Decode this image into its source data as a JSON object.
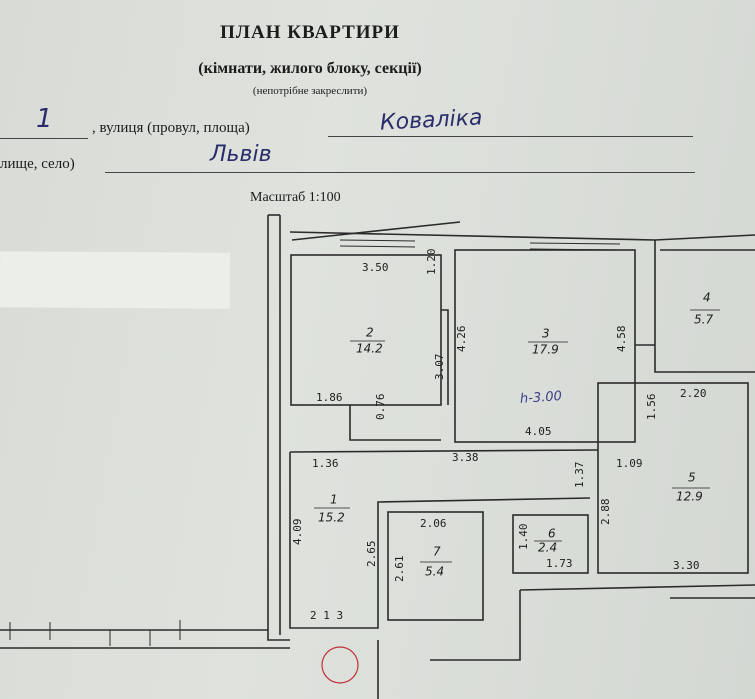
{
  "header": {
    "title": "ПЛАН КВАРТИРИ",
    "subtitle": "(кімнати, жилого блоку, секції)",
    "note": "(непотрібне закреслити)",
    "line1": ", вулиця (провул, площа)",
    "line2": "лище, село)",
    "scale": "Масштаб 1:100"
  },
  "handwriting": {
    "house_number": "1",
    "street": "Коваліка",
    "city": "Львів"
  },
  "rooms": [
    {
      "number": "1",
      "area": "15.2"
    },
    {
      "number": "2",
      "area": "14.2"
    },
    {
      "number": "3",
      "area": "17.9"
    },
    {
      "number": "4",
      "area": "5.7"
    },
    {
      "number": "5",
      "area": "12.9"
    },
    {
      "number": "6",
      "area": "2.4"
    },
    {
      "number": "7",
      "area": "5.4"
    }
  ],
  "dimensions": {
    "d350": "3.50",
    "d120": "1.20",
    "d186": "1.86",
    "d307": "3.07",
    "d076": "0.76",
    "d426": "4.26",
    "d405": "4.05",
    "d458": "4.58",
    "d136": "1.36",
    "d338": "3.38",
    "d409": "4.09",
    "d265": "2.65",
    "d213": "2 1 3",
    "d206": "2.06",
    "d261": "2.61",
    "d140": "1.40",
    "d173": "1.73",
    "d137": "1.37",
    "d109": "1.09",
    "d288": "2.88",
    "d220": "2.20",
    "d156": "1.56",
    "d330": "3.30"
  },
  "ceiling_height": "h-3.00"
}
